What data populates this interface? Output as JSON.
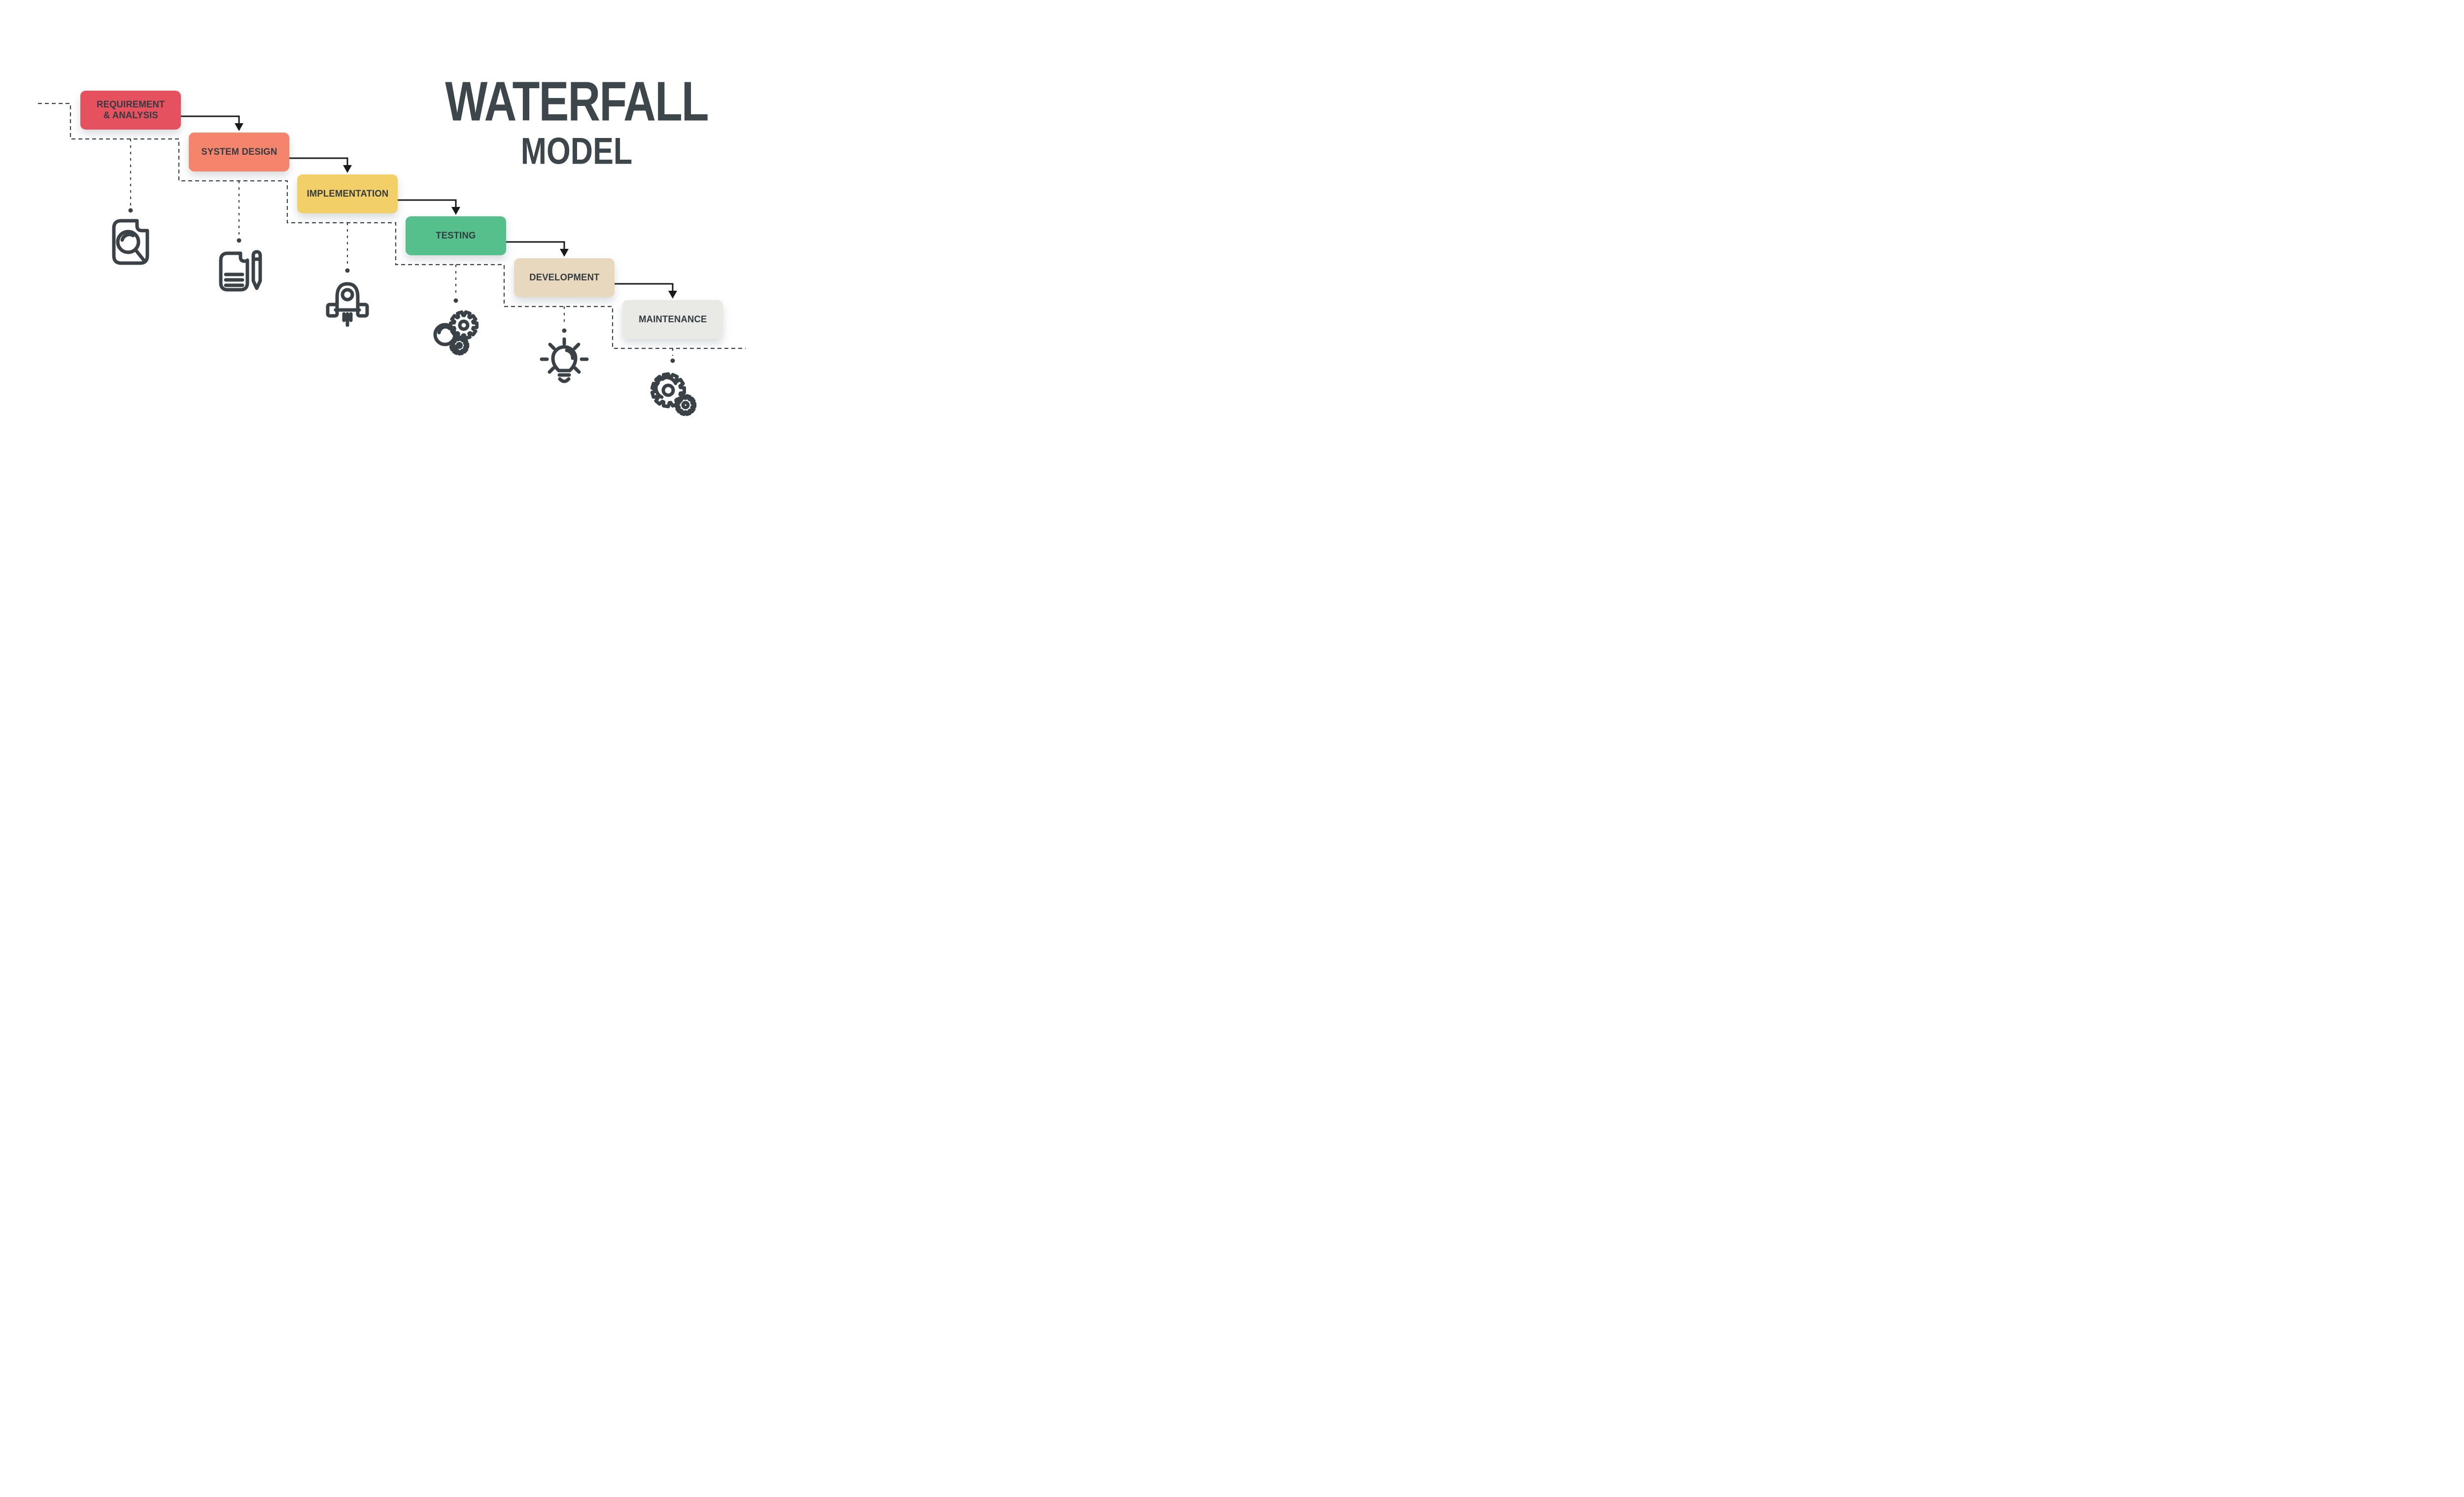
{
  "title": {
    "line1": "WATERFALL",
    "line2": "MODEL"
  },
  "diagram": {
    "background_color": "#ffffff",
    "title_color": "#3d464b",
    "label_color": "#343b40",
    "icon_color": "#3a4247",
    "dashed_line_color": "#3a4247",
    "arrow_color": "#17191b",
    "steps": [
      {
        "label": "REQUIREMENT & ANALYSIS",
        "lines": [
          "REQUIREMENT",
          "& ANALYSIS"
        ],
        "color": "#e5515f",
        "icon": "document-magnifier-icon"
      },
      {
        "label": "SYSTEM DESIGN",
        "lines": [
          "SYSTEM DESIGN"
        ],
        "color": "#f5846c",
        "icon": "document-pencil-icon"
      },
      {
        "label": "IMPLEMENTATION",
        "lines": [
          "IMPLEMENTATION"
        ],
        "color": "#f3cf68",
        "icon": "rocket-icon"
      },
      {
        "label": "TESTING",
        "lines": [
          "TESTING"
        ],
        "color": "#55c08c",
        "icon": "magnifier-gears-icon"
      },
      {
        "label": "DEVELOPMENT",
        "lines": [
          "DEVELOPMENT"
        ],
        "color": "#e8d9be",
        "icon": "lightbulb-icon"
      },
      {
        "label": "MAINTENANCE",
        "lines": [
          "MAINTENANCE"
        ],
        "color": "#e9e9e5",
        "icon": "gears-icon"
      }
    ]
  }
}
